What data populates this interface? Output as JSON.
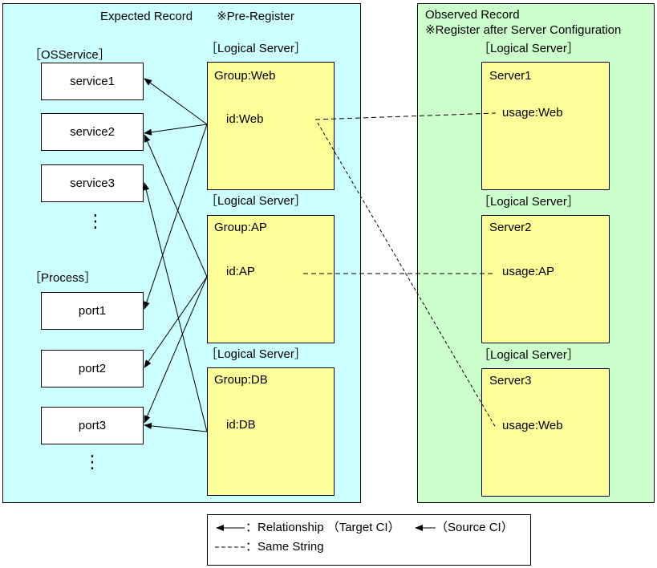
{
  "colors": {
    "expected_bg": "#ccffff",
    "observed_bg": "#ccffcc",
    "server_bg": "#ffff99",
    "line": "#000000"
  },
  "expected": {
    "title": "Expected Record　　※Pre-Register",
    "osservice_label": "［OSService］",
    "services": [
      "service1",
      "service2",
      "service3"
    ],
    "service_ellipsis": "⋮",
    "process_label": "［Process］",
    "ports": [
      "port1",
      "port2",
      "port3"
    ],
    "port_ellipsis": "⋮",
    "logical_servers": [
      {
        "header": "［Logical Server］",
        "group": "Group:Web",
        "id": "id:Web"
      },
      {
        "header": "［Logical Server］",
        "group": "Group:AP",
        "id": "id:AP"
      },
      {
        "header": "［Logical Server］",
        "group": "Group:DB",
        "id": "id:DB"
      }
    ]
  },
  "observed": {
    "title_line1": "Observed Record",
    "title_line2": "※Register after Server Configuration",
    "servers": [
      {
        "header": "［Logical Server］",
        "name": "Server1",
        "usage": "usage:Web"
      },
      {
        "header": "［Logical Server］",
        "name": "Server2",
        "usage": "usage:AP"
      },
      {
        "header": "［Logical Server］",
        "name": "Server3",
        "usage": "usage:Web"
      }
    ]
  },
  "legend": {
    "relationship_text": "：Relationship （Target CI）",
    "source_text": "（Source CI）",
    "same_string_text": "：Same String"
  }
}
